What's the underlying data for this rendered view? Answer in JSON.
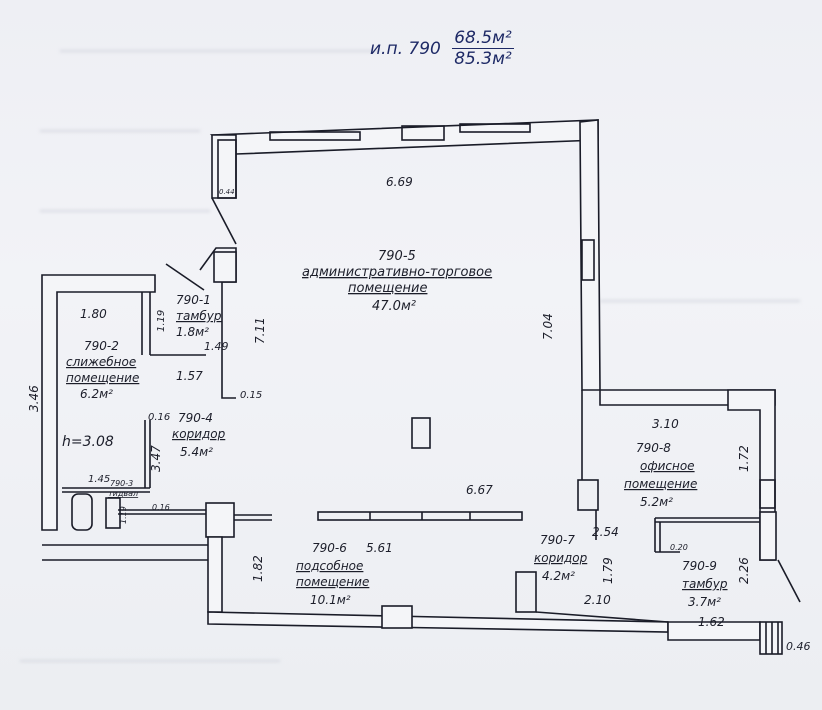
{
  "header": {
    "prefix": "и.п. 790",
    "area_top": "68.5м²",
    "area_bottom": "85.3м²"
  },
  "rooms": [
    {
      "id": "790-1",
      "name": "тамбур",
      "area": "1.8м²"
    },
    {
      "id": "790-2",
      "name_line1": "слижебное",
      "name_line2": "помещение",
      "area": "6.2м²"
    },
    {
      "id": "790-3",
      "name": "тидвал"
    },
    {
      "id": "790-4",
      "name": "коридор",
      "area": "5.4м²"
    },
    {
      "id": "790-5",
      "name_line1": "административно-торговое",
      "name_line2": "помещение",
      "area": "47.0м²"
    },
    {
      "id": "790-6",
      "name_line1": "подсобное",
      "name_line2": "помещение",
      "area": "10.1м²"
    },
    {
      "id": "790-7",
      "name": "коридор",
      "area": "4.2м²"
    },
    {
      "id": "790-8",
      "name_line1": "офисное",
      "name_line2": "помещение",
      "area": "5.2м²"
    },
    {
      "id": "790-9",
      "name": "тамбур",
      "area": "3.7м²"
    }
  ],
  "ceiling_height": "h=3.08",
  "dimensions": {
    "top_width": "6.69",
    "pillar": "0.44",
    "left_room_width": "1.80",
    "tambur_h": "1.19",
    "tambur_w": "1.49",
    "hall_left_h": "7.11",
    "hall_right_h": "7.04",
    "corridor_w": "1.57",
    "wall_015": "0.15",
    "wall_016a": "0.16",
    "room2_h": "3.46",
    "corridor_h": "3.47",
    "room3_w": "1.45",
    "room3_h": "1.19",
    "wall_016b": "0.16",
    "hall_bottom_w": "6.67",
    "room6_w": "5.61",
    "room6_h": "1.82",
    "office_w": "3.10",
    "office_h": "1.72",
    "corr7_w": "2.54",
    "corr7_h": "1.79",
    "corr7_bottom": "2.10",
    "wall_020": "0.20",
    "tambur9_h": "2.26",
    "tambur9_w": "1.62",
    "ext_046": "0.46",
    "small_1_79": "1.79"
  },
  "colors": {
    "line": "#1a1c28",
    "ink": "#1e2a66",
    "wall_fill": "#f4f5f8"
  }
}
